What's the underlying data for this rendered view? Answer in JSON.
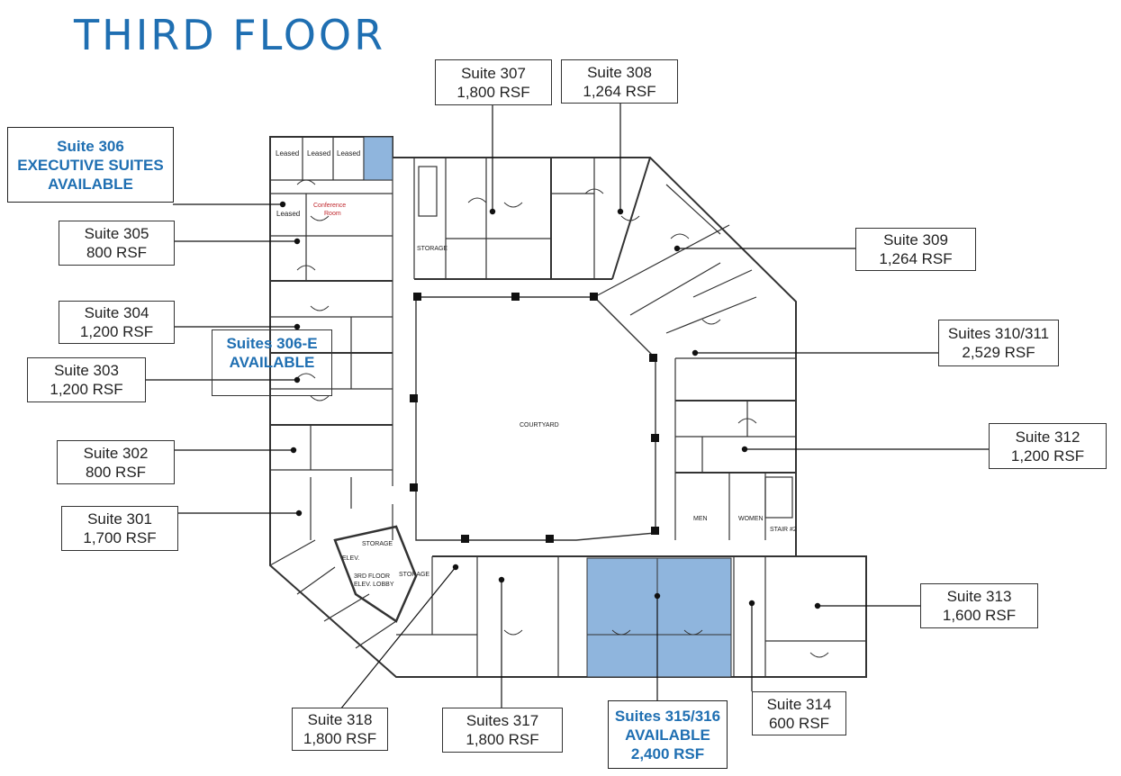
{
  "title": "THIRD FLOOR",
  "colors": {
    "accent": "#1f6fb2",
    "available_fill": "#8fb5dd",
    "line": "#333333"
  },
  "plan_labels": {
    "leased_1": "Leased",
    "leased_2": "Leased",
    "leased_3": "Leased",
    "leased_4": "Leased",
    "conference": "Conference",
    "room": "Room",
    "storage_top": "STORAGE",
    "courtyard": "COURTYARD",
    "men": "MEN",
    "women": "WOMEN",
    "stair": "STAIR #2",
    "storage_left": "STORAGE",
    "storage_right": "STORAGE",
    "lobby_1": "3RD FLOOR",
    "lobby_2": "ELEV. LOBBY",
    "elev": "ELEV."
  },
  "suites": {
    "s306": {
      "line1": "Suite 306",
      "line2": "EXECUTIVE SUITES",
      "line3": "AVAILABLE"
    },
    "s305": {
      "line1": "Suite 305",
      "line2": "800 RSF"
    },
    "s304": {
      "line1": "Suite 304",
      "line2": "1,200 RSF"
    },
    "s306e": {
      "line1": "Suites 306-E",
      "line2": "AVAILABLE"
    },
    "s303": {
      "line1": "Suite 303",
      "line2": "1,200 RSF"
    },
    "s302": {
      "line1": "Suite 302",
      "line2": "800 RSF"
    },
    "s301": {
      "line1": "Suite 301",
      "line2": "1,700 RSF"
    },
    "s307": {
      "line1": "Suite 307",
      "line2": "1,800 RSF"
    },
    "s308": {
      "line1": "Suite 308",
      "line2": "1,264 RSF"
    },
    "s309": {
      "line1": "Suite 309",
      "line2": "1,264 RSF"
    },
    "s310": {
      "line1": "Suites 310/311",
      "line2": "2,529 RSF"
    },
    "s312": {
      "line1": "Suite 312",
      "line2": "1,200 RSF"
    },
    "s313": {
      "line1": "Suite 313",
      "line2": "1,600 RSF"
    },
    "s314": {
      "line1": "Suite 314",
      "line2": "600 RSF"
    },
    "s315": {
      "line1": "Suites 315/316",
      "line2": "AVAILABLE",
      "line3": "2,400 RSF"
    },
    "s317": {
      "line1": "Suites 317",
      "line2": "1,800 RSF"
    },
    "s318": {
      "line1": "Suite 318",
      "line2": "1,800 RSF"
    }
  }
}
